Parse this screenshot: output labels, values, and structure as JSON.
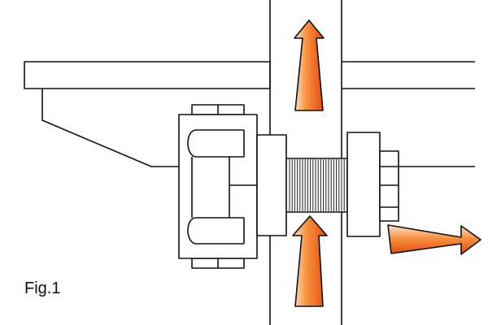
{
  "figure": {
    "label": "Fig.1"
  },
  "colors": {
    "arrow_light": "#fde2cf",
    "arrow_mid": "#f7923f",
    "arrow_dark": "#e24a12",
    "outline": "#111111",
    "background": "#ffffff"
  },
  "parts": [
    "vertical-plate",
    "horizontal-beam",
    "beam-bracket",
    "bolt-head",
    "threaded-rod",
    "washer",
    "nut",
    "rod-extension"
  ],
  "arrows": [
    {
      "name": "arrow-up-top",
      "direction": "up"
    },
    {
      "name": "arrow-up-bottom",
      "direction": "up"
    },
    {
      "name": "arrow-right",
      "direction": "right"
    }
  ]
}
